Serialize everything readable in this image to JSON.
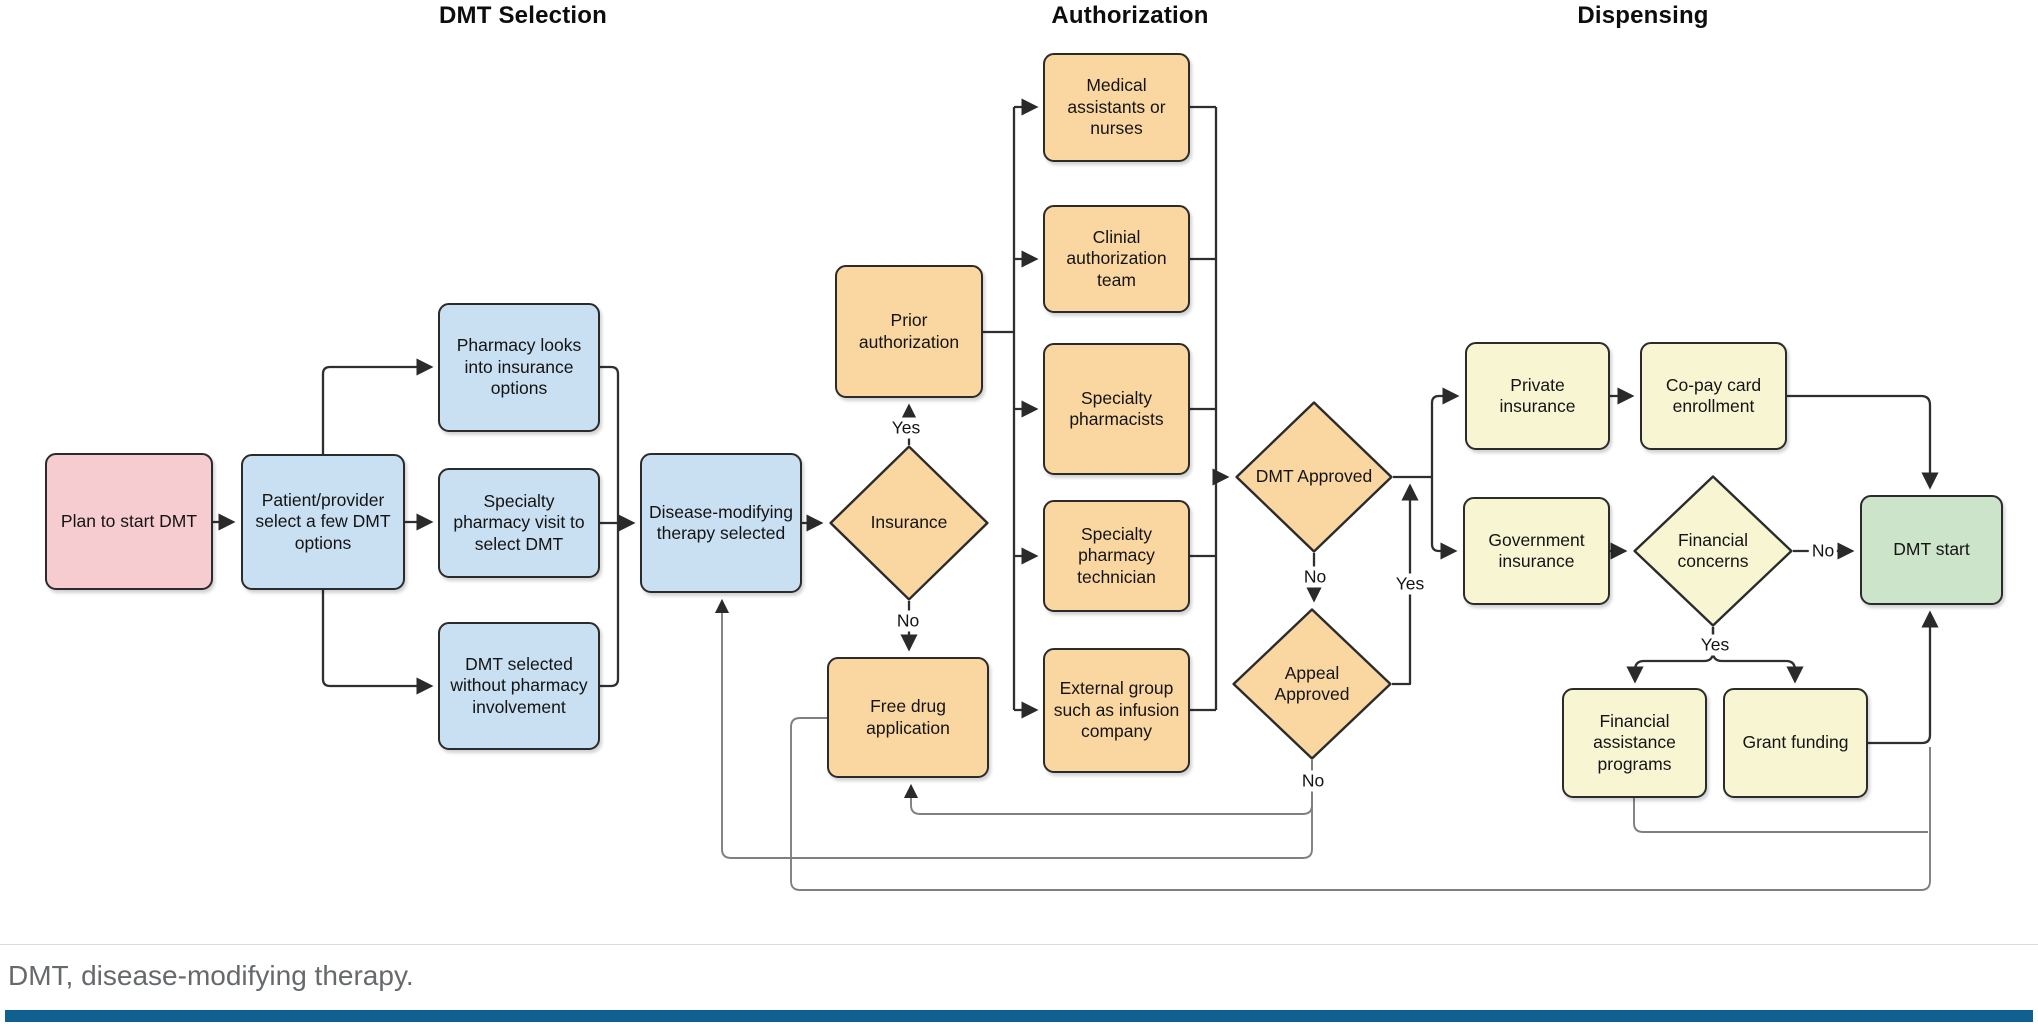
{
  "figure": {
    "type": "flowchart",
    "caption": "DMT, disease-modifying therapy."
  },
  "sections": [
    {
      "label": "DMT Selection"
    },
    {
      "label": "Authorization"
    },
    {
      "label": "Dispensing"
    }
  ],
  "nodes": {
    "plan": {
      "label": "Plan to start DMT",
      "shape": "process",
      "fill": "#f7ccd1"
    },
    "patient_provider": {
      "label": "Patient/provider select a few DMT options",
      "shape": "process",
      "fill": "#c9dff2"
    },
    "pharmacy_insurance": {
      "label": "Pharmacy looks into insurance options",
      "shape": "process",
      "fill": "#c9dff2"
    },
    "specialty_visit": {
      "label": "Specialty pharmacy visit to select DMT",
      "shape": "process",
      "fill": "#c9dff2"
    },
    "dmt_without_pharmacy": {
      "label": "DMT selected without pharmacy involvement",
      "shape": "process",
      "fill": "#c9dff2"
    },
    "therapy_selected": {
      "label": "Disease-modifying therapy selected",
      "shape": "process",
      "fill": "#c9dff2"
    },
    "prior_auth": {
      "label": "Prior authorization",
      "shape": "process",
      "fill": "#fad7a0"
    },
    "insurance": {
      "label": "Insurance",
      "shape": "decision",
      "fill": "#fad7a0"
    },
    "medical_assistants": {
      "label": "Medical assistants or nurses",
      "shape": "process",
      "fill": "#fad7a0"
    },
    "clinical_team": {
      "label": "Clinial authorization team",
      "shape": "process",
      "fill": "#fad7a0"
    },
    "specialty_pharmacists": {
      "label": "Specialty pharmacists",
      "shape": "process",
      "fill": "#fad7a0"
    },
    "specialty_technician": {
      "label": "Specialty pharmacy technician",
      "shape": "process",
      "fill": "#fad7a0"
    },
    "external_group": {
      "label": "External group such as infusion company",
      "shape": "process",
      "fill": "#fad7a0"
    },
    "free_drug": {
      "label": "Free drug application",
      "shape": "process",
      "fill": "#fad7a0"
    },
    "dmt_approved": {
      "label": "DMT Approved",
      "shape": "decision",
      "fill": "#fad7a0"
    },
    "appeal_approved": {
      "label": "Appeal Approved",
      "shape": "decision",
      "fill": "#fad7a0"
    },
    "private_insurance": {
      "label": "Private insurance",
      "shape": "process",
      "fill": "#f8f6d2"
    },
    "copay_card": {
      "label": "Co-pay card enrollment",
      "shape": "process",
      "fill": "#f8f6d2"
    },
    "government_insurance": {
      "label": "Government insurance",
      "shape": "process",
      "fill": "#f8f6d2"
    },
    "financial_concerns": {
      "label": "Financial concerns",
      "shape": "decision",
      "fill": "#f8f6d2"
    },
    "dmt_start": {
      "label": "DMT start",
      "shape": "terminator",
      "fill": "#cce4ca"
    },
    "financial_assistance": {
      "label": "Financial assistance programs",
      "shape": "process",
      "fill": "#f8f6d2"
    },
    "grant_funding": {
      "label": "Grant funding",
      "shape": "process",
      "fill": "#f8f6d2"
    }
  },
  "edge_labels": {
    "insurance_yes": "Yes",
    "insurance_no": "No",
    "approved_no": "No",
    "appeal_yes": "Yes",
    "appeal_no": "No",
    "financial_no": "No",
    "financial_yes": "Yes"
  },
  "edges": [
    {
      "from": "plan",
      "to": "patient_provider"
    },
    {
      "from": "patient_provider",
      "to": "pharmacy_insurance"
    },
    {
      "from": "patient_provider",
      "to": "specialty_visit"
    },
    {
      "from": "patient_provider",
      "to": "dmt_without_pharmacy"
    },
    {
      "from": "pharmacy_insurance",
      "to": "therapy_selected"
    },
    {
      "from": "specialty_visit",
      "to": "therapy_selected"
    },
    {
      "from": "dmt_without_pharmacy",
      "to": "therapy_selected"
    },
    {
      "from": "therapy_selected",
      "to": "insurance"
    },
    {
      "from": "insurance",
      "to": "prior_auth",
      "label": "Yes"
    },
    {
      "from": "insurance",
      "to": "free_drug",
      "label": "No"
    },
    {
      "from": "prior_auth",
      "to": "medical_assistants"
    },
    {
      "from": "prior_auth",
      "to": "clinical_team"
    },
    {
      "from": "prior_auth",
      "to": "specialty_pharmacists"
    },
    {
      "from": "prior_auth",
      "to": "specialty_technician"
    },
    {
      "from": "prior_auth",
      "to": "external_group"
    },
    {
      "from": "medical_assistants",
      "to": "dmt_approved"
    },
    {
      "from": "clinical_team",
      "to": "dmt_approved"
    },
    {
      "from": "specialty_pharmacists",
      "to": "dmt_approved"
    },
    {
      "from": "specialty_technician",
      "to": "dmt_approved"
    },
    {
      "from": "external_group",
      "to": "dmt_approved"
    },
    {
      "from": "dmt_approved",
      "to": "appeal_approved",
      "label": "No"
    },
    {
      "from": "dmt_approved",
      "to": "private_insurance"
    },
    {
      "from": "dmt_approved",
      "to": "government_insurance"
    },
    {
      "from": "appeal_approved",
      "to": "dmt_approved",
      "label": "Yes"
    },
    {
      "from": "appeal_approved",
      "to": "free_drug",
      "label": "No"
    },
    {
      "from": "appeal_approved",
      "to": "therapy_selected",
      "label": "No"
    },
    {
      "from": "free_drug",
      "to": "dmt_start"
    },
    {
      "from": "private_insurance",
      "to": "copay_card"
    },
    {
      "from": "copay_card",
      "to": "dmt_start"
    },
    {
      "from": "government_insurance",
      "to": "financial_concerns"
    },
    {
      "from": "financial_concerns",
      "to": "dmt_start",
      "label": "No"
    },
    {
      "from": "financial_concerns",
      "to": "financial_assistance",
      "label": "Yes"
    },
    {
      "from": "financial_concerns",
      "to": "grant_funding",
      "label": "Yes"
    },
    {
      "from": "financial_assistance",
      "to": "dmt_start"
    },
    {
      "from": "grant_funding",
      "to": "dmt_start"
    }
  ],
  "colors": {
    "process_pink": "#f7ccd1",
    "process_blue": "#c9dff2",
    "process_orange": "#fad7a0",
    "process_yellow": "#f8f6d2",
    "terminator_green": "#cce4ca",
    "border": "#2b2b2b",
    "connector": "#2f2f2f",
    "connector_feedback": "#7f7f7f",
    "footer_bar": "#10618f",
    "caption_text": "#666a6d"
  }
}
